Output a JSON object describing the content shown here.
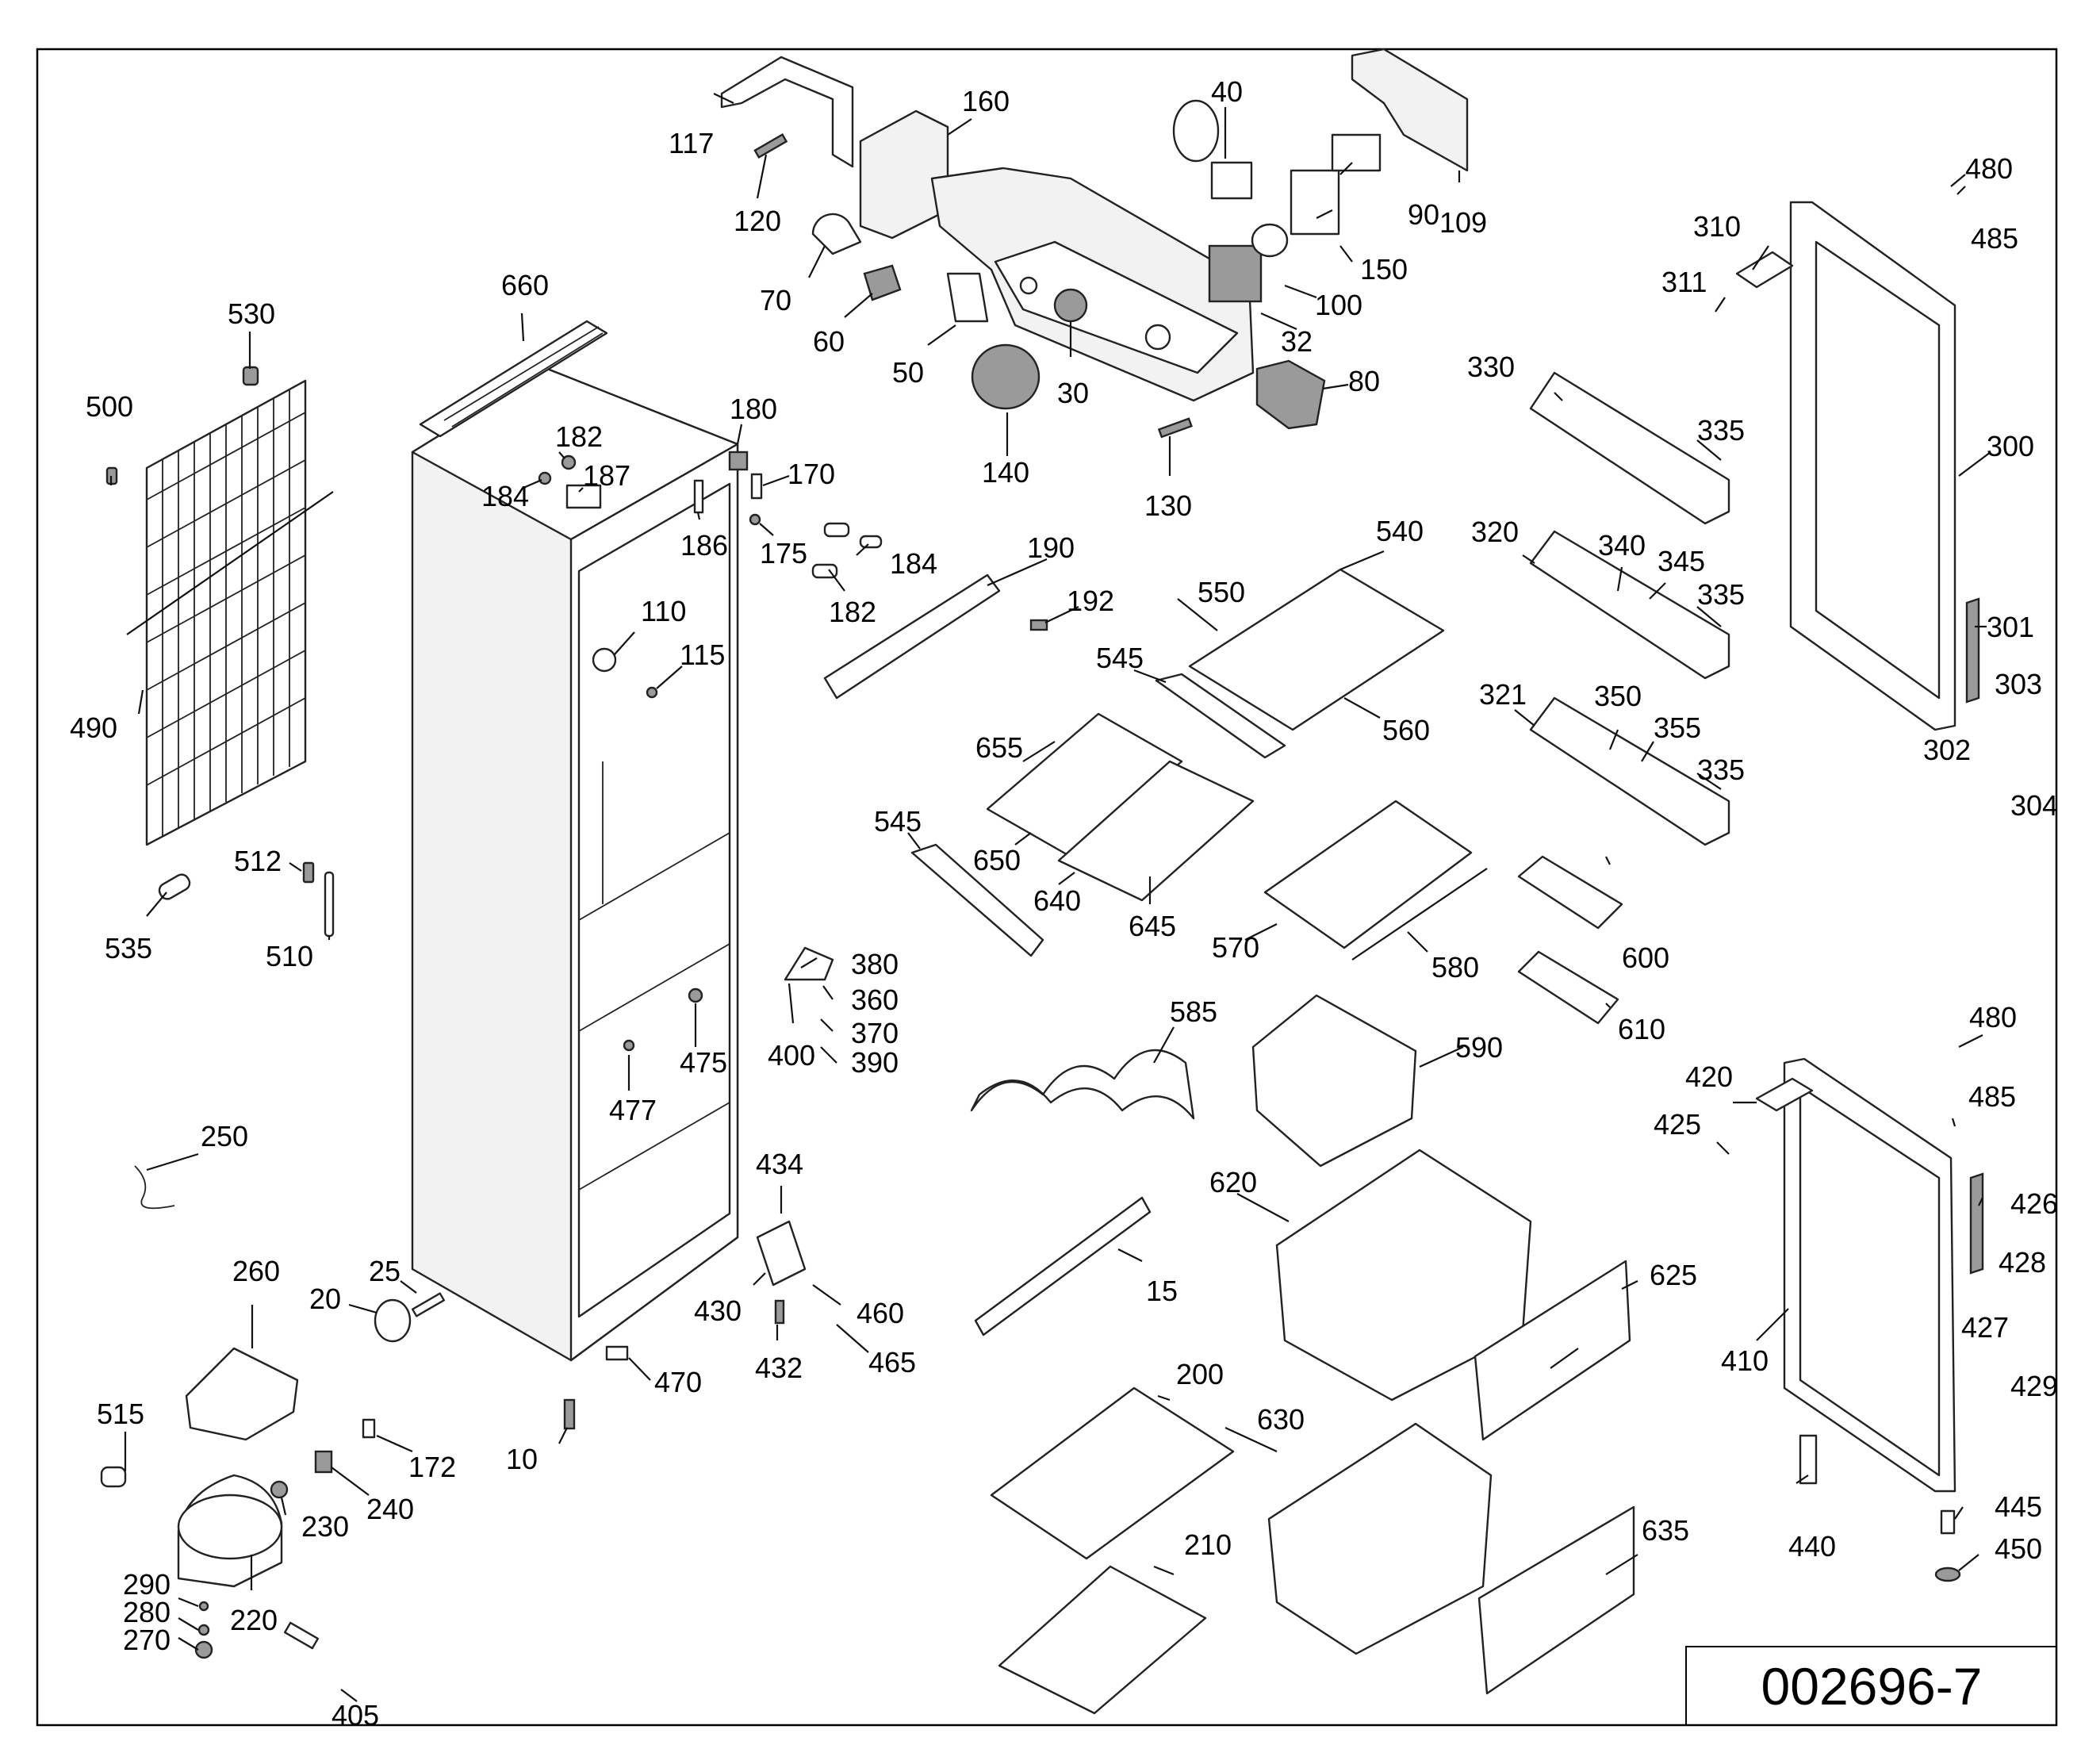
{
  "diagram_code": "002696-7",
  "labels": {
    "l10": "10",
    "l15": "15",
    "l20": "20",
    "l25": "25",
    "l30": "30",
    "l32": "32",
    "l40": "40",
    "l50": "50",
    "l60": "60",
    "l70": "70",
    "l80": "80",
    "l90": "90",
    "l100": "100",
    "l109": "109",
    "l110": "110",
    "l115": "115",
    "l117": "117",
    "l120": "120",
    "l130": "130",
    "l140": "140",
    "l150": "150",
    "l160": "160",
    "l170": "170",
    "l172": "172",
    "l175": "175",
    "l180": "180",
    "l182a": "182",
    "l182b": "182",
    "l184a": "184",
    "l184b": "184",
    "l186": "186",
    "l187": "187",
    "l190": "190",
    "l192": "192",
    "l200": "200",
    "l210": "210",
    "l220": "220",
    "l230": "230",
    "l240": "240",
    "l250": "250",
    "l260": "260",
    "l270": "270",
    "l280": "280",
    "l290": "290",
    "l300": "300",
    "l301": "301",
    "l302": "302",
    "l303": "303",
    "l304": "304",
    "l310": "310",
    "l311": "311",
    "l320": "320",
    "l321": "321",
    "l330": "330",
    "l335a": "335",
    "l335b": "335",
    "l335c": "335",
    "l340": "340",
    "l345": "345",
    "l350": "350",
    "l355": "355",
    "l360": "360",
    "l370": "370",
    "l380": "380",
    "l390": "390",
    "l400": "400",
    "l405": "405",
    "l410": "410",
    "l420": "420",
    "l425": "425",
    "l426": "426",
    "l427": "427",
    "l428": "428",
    "l429": "429",
    "l430": "430",
    "l432": "432",
    "l434": "434",
    "l440": "440",
    "l445": "445",
    "l450": "450",
    "l460": "460",
    "l465": "465",
    "l470": "470",
    "l475": "475",
    "l477": "477",
    "l480a": "480",
    "l480b": "480",
    "l485a": "485",
    "l485b": "485",
    "l490": "490",
    "l500": "500",
    "l510": "510",
    "l512": "512",
    "l515": "515",
    "l530": "530",
    "l535": "535",
    "l540": "540",
    "l545a": "545",
    "l545b": "545",
    "l550": "550",
    "l560": "560",
    "l570": "570",
    "l580": "580",
    "l585": "585",
    "l590": "590",
    "l600": "600",
    "l610": "610",
    "l620": "620",
    "l625": "625",
    "l630": "630",
    "l635": "635",
    "l640": "640",
    "l645": "645",
    "l650": "650",
    "l655": "655",
    "l660": "660"
  }
}
